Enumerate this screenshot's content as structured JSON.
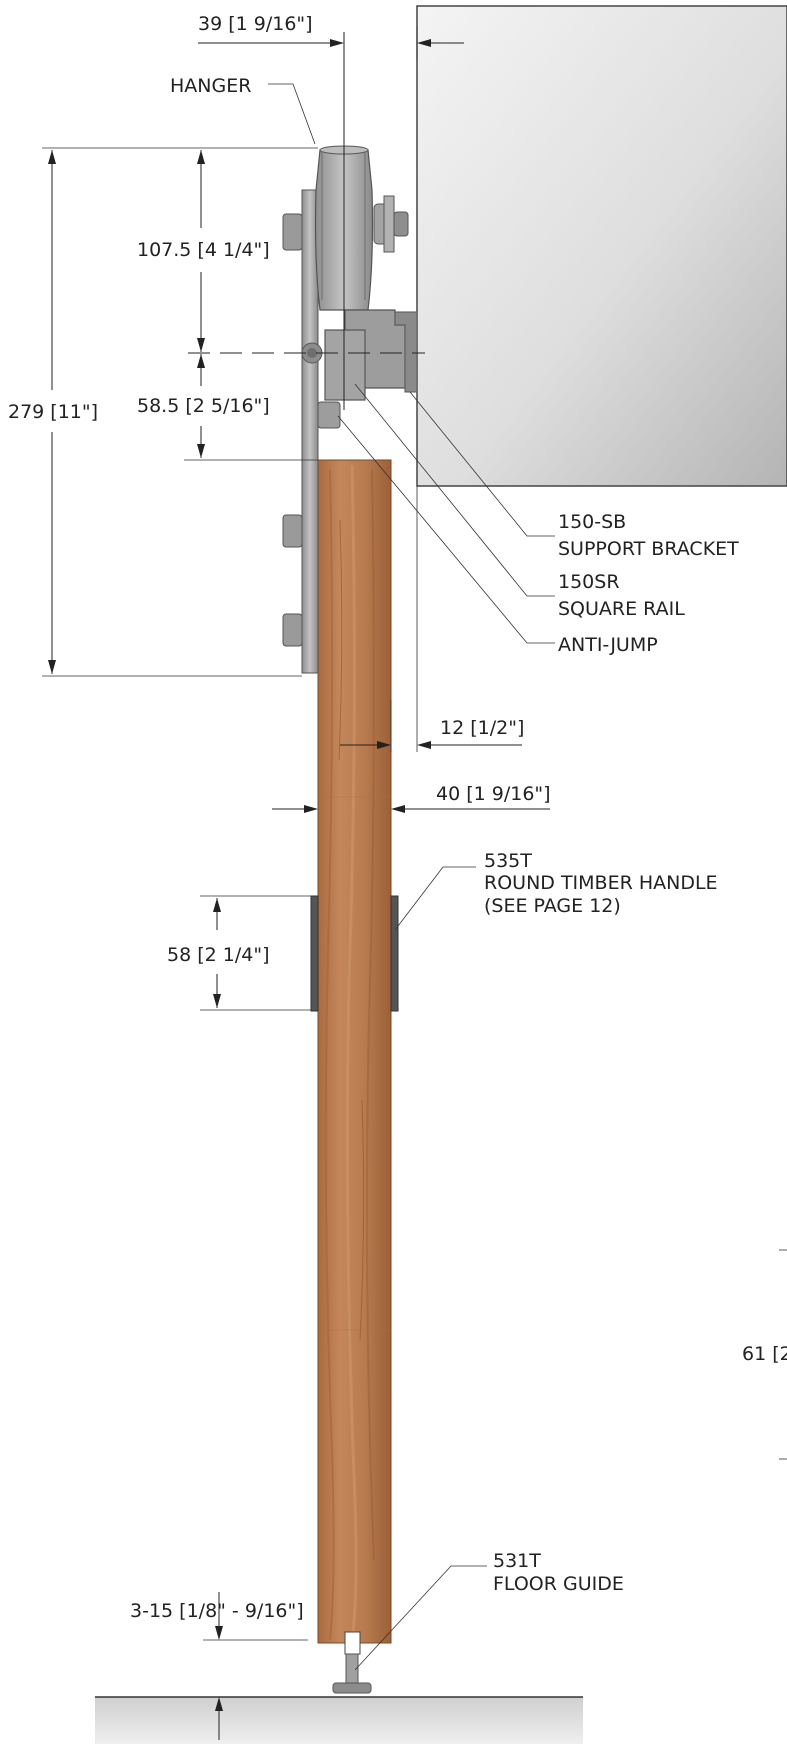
{
  "colors": {
    "timber": "#b97849",
    "timber_dark": "#9c6038",
    "wall_light": "#f3f3f3",
    "wall_dark": "#b8b8b8",
    "metal": "#a8a8a8",
    "metal_dark": "#7c7c7c",
    "floor": "#dcdcdc",
    "line": "#222222"
  },
  "dimensions": {
    "top_offset": "39 [1 9/16\"]",
    "hanger_height": "107.5 [4 1/4\"]",
    "rail_drop": "58.5 [2 5/16\"]",
    "overall_height": "279 [11\"]",
    "wall_gap": "12 [1/2\"]",
    "door_thickness": "40 [1 9/16\"]",
    "handle_height": "58 [2 1/4\"]",
    "floor_gap": "3-15 [1/8\" - 9/16\"]",
    "partial_right": "61 [2"
  },
  "callouts": {
    "hanger": "HANGER",
    "support_bracket": {
      "code": "150-SB",
      "name": "SUPPORT BRACKET"
    },
    "square_rail": {
      "code": "150SR",
      "name": "SQUARE RAIL"
    },
    "anti_jump": {
      "name": "ANTI-JUMP"
    },
    "handle": {
      "code": "535T",
      "name": "ROUND TIMBER HANDLE",
      "note": "(SEE PAGE 12)"
    },
    "floor_guide": {
      "code": "531T",
      "name": "FLOOR GUIDE"
    }
  }
}
